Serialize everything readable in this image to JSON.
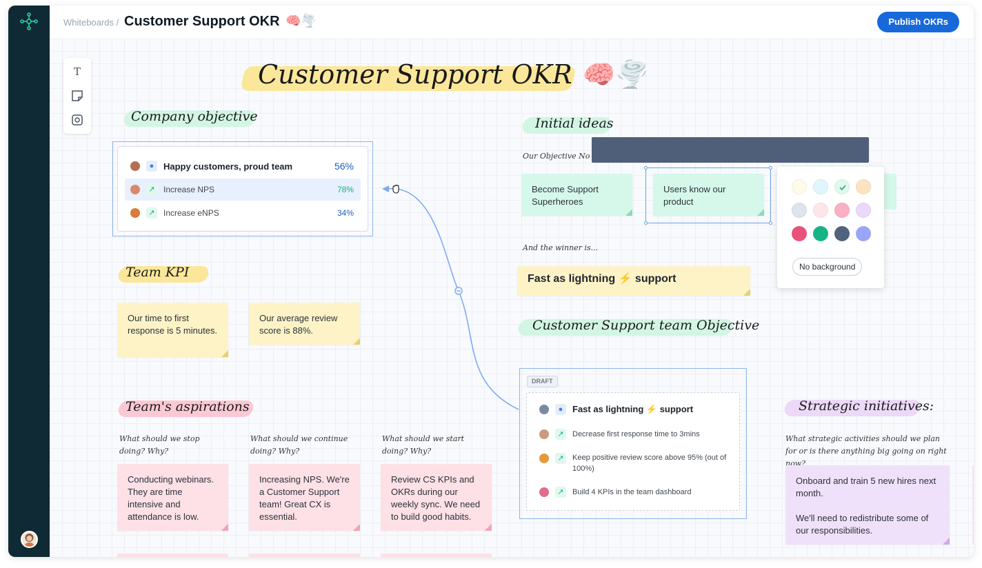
{
  "header": {
    "breadcrumb": "Whiteboards /",
    "title": "Customer Support OKR",
    "title_emoji": "🧠🌪️",
    "publish_label": "Publish OKRs"
  },
  "board": {
    "title": "Customer Support OKR 🧠🌪️",
    "company_objective": {
      "heading": "Company objective",
      "objective": "Happy customers, proud team",
      "objective_pct": "56%",
      "key_results": [
        {
          "label": "Increase NPS",
          "pct": "78%"
        },
        {
          "label": "Increase eNPS",
          "pct": "34%"
        }
      ]
    },
    "team_kpi": {
      "heading": "Team KPI",
      "notes": [
        "Our time to first response is 5 minutes.",
        "Our average review score is 88%."
      ]
    },
    "aspirations": {
      "heading": "Team's aspirations",
      "columns": [
        {
          "prompt": "What should we stop doing? Why?",
          "note": "Conducting webinars. They are time intensive and attendance is low."
        },
        {
          "prompt": "What should we continue doing? Why?",
          "note": "Increasing NPS. We're a Customer Support team! Great CX is essential."
        },
        {
          "prompt": "What should we start doing? Why?",
          "note": "Review CS KPIs and OKRs during our weekly sync. We need to build good habits."
        }
      ]
    },
    "initial_ideas": {
      "heading": "Initial ideas",
      "prompt": "Our Objective No 1 is...",
      "notes": [
        "Become Support Superheroes",
        "Users know our product"
      ],
      "winner_prompt": "And the winner is...",
      "winner": "Fast as lightning ⚡ support"
    },
    "team_objective": {
      "heading": "Customer Support team Objective",
      "badge": "DRAFT",
      "objective": "Fast as lightning ⚡ support",
      "key_results": [
        "Decrease first response time to 3mins",
        "Keep positive review score above 95% (out of 100%)",
        "Build 4 KPIs in the team dashboard"
      ]
    },
    "strategic": {
      "heading": "Strategic initiatives:",
      "prompt": "What strategic activities should we plan for or is there anything big going on right now?",
      "note_line1": "Onboard and train 5 new hires next month.",
      "note_line2": "We'll need to redistribute some of our responsibilities."
    }
  },
  "color_picker": {
    "swatches": [
      "#fefbe9",
      "#e1f5fc",
      "#e1f8ee",
      "#fde3c2",
      "#dde4ee",
      "#fde5ea",
      "#fbb0c3",
      "#ead9fb",
      "#e9527a",
      "#14b486",
      "#50637c",
      "#9aa4f8"
    ],
    "selected_index": 2,
    "no_background_label": "No background"
  },
  "colors": {
    "sidebar": "#102a35",
    "accent": "#1769d9",
    "connector": "#7faaf0"
  }
}
